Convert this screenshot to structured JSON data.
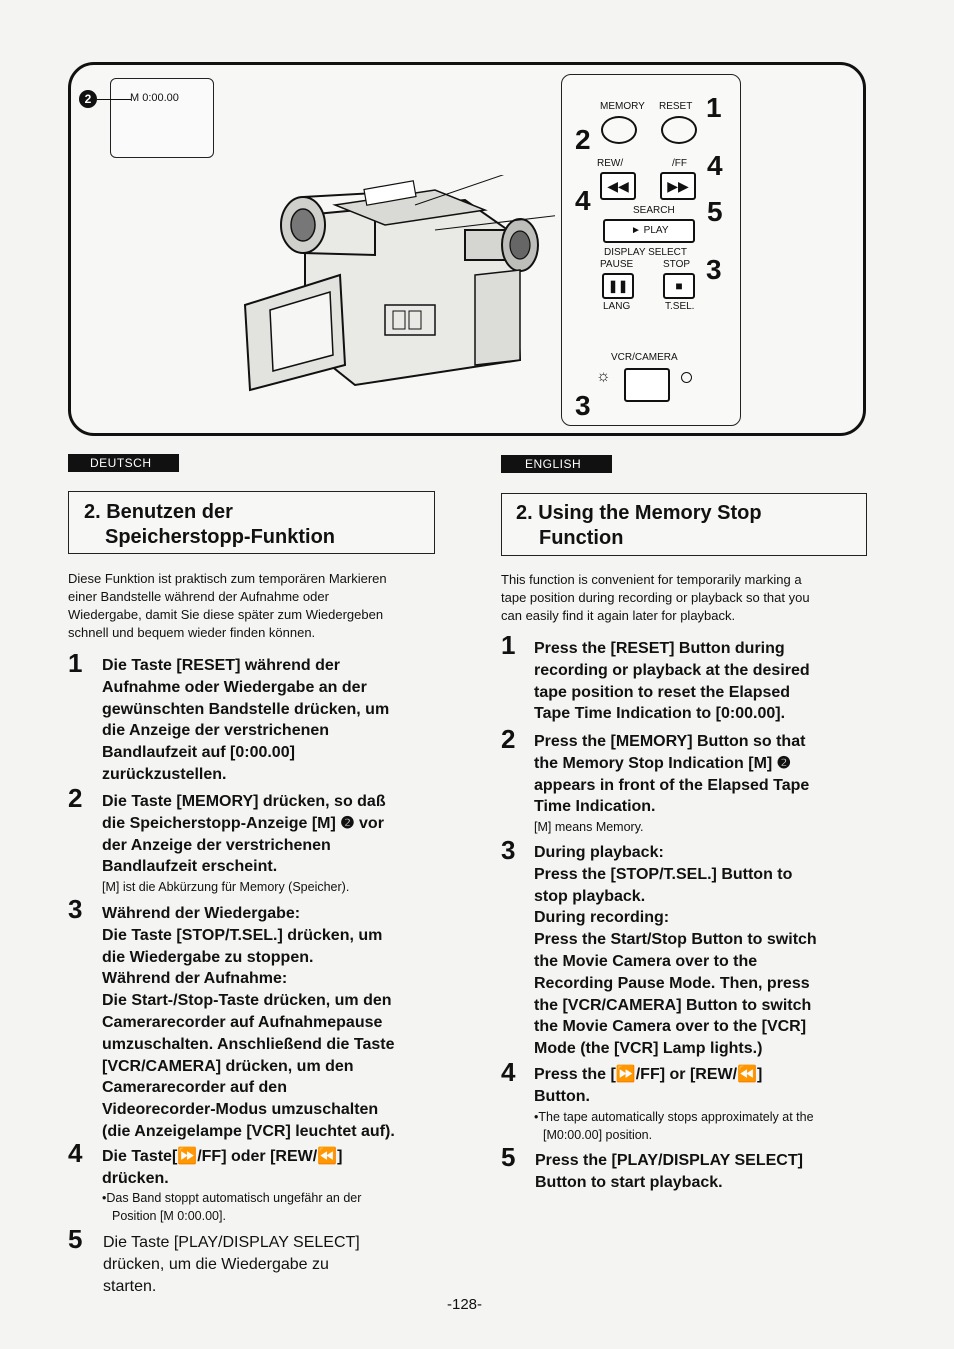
{
  "figure": {
    "lcd_callout": "2",
    "lcd_readout": "M 0:00.00",
    "panel": {
      "memory": "MEMORY",
      "reset": "RESET",
      "rew": "REW/",
      "ff": "/FF",
      "search": "SEARCH",
      "play": "► PLAY",
      "display_select": "DISPLAY SELECT",
      "pause": "PAUSE",
      "stop": "STOP",
      "lang": "LANG",
      "tsel": "T.SEL.",
      "vcr_camera": "VCR/CAMERA",
      "num_1": "1",
      "num_2": "2",
      "num_3a": "3",
      "num_3b": "3",
      "num_4a": "4",
      "num_4b": "4",
      "num_5": "5"
    }
  },
  "german": {
    "lang_label": "DEUTSCH",
    "title_line1": "2. Benutzen der",
    "title_line2": "Speicherstopp-Funktion",
    "intro": [
      "Diese Funktion ist praktisch zum temporären Markieren",
      "einer Bandstelle während der Aufnahme oder",
      "Wiedergabe, damit Sie diese später zum Wiedergeben",
      "schnell und bequem wieder finden können."
    ],
    "steps": [
      {
        "num": "1",
        "lines": [
          "Die Taste [RESET] während der",
          "Aufnahme oder Wiedergabe an der",
          "gewünschten Bandstelle drücken, um",
          "die Anzeige der verstrichenen",
          "Bandlaufzeit auf [0:00.00]",
          "zurückzustellen."
        ]
      },
      {
        "num": "2",
        "lines": [
          "Die Taste [MEMORY] drücken, so daß",
          "die Speicherstopp-Anzeige [M] ❷ vor",
          "der Anzeige der verstrichenen",
          "Bandlaufzeit erscheint."
        ],
        "note": "[M] ist die Abkürzung für Memory (Speicher)."
      },
      {
        "num": "3",
        "lines": [
          "Während der Wiedergabe:",
          "Die Taste [STOP/T.SEL.] drücken, um",
          "die Wiedergabe zu stoppen.",
          "Während der Aufnahme:",
          "Die Start-/Stop-Taste drücken, um den",
          "Camerarecorder auf Aufnahmepause",
          "umzuschalten. Anschließend die Taste",
          "[VCR/CAMERA] drücken, um den",
          "Camerarecorder auf den",
          "Videorecorder-Modus umzuschalten",
          "(die Anzeigelampe [VCR] leuchtet auf)."
        ]
      },
      {
        "num": "4",
        "lines": [
          "Die Taste[⏩/FF] oder [REW/⏪]",
          "drücken."
        ],
        "note_lines": [
          "•Das Band stoppt automatisch ungefähr an der",
          "Position [M 0:00.00]."
        ]
      },
      {
        "num": "5",
        "lines": [
          "Die Taste [PLAY/DISPLAY SELECT]",
          "drücken, um die Wiedergabe zu",
          "starten."
        ]
      }
    ]
  },
  "english": {
    "lang_label": "ENGLISH",
    "title_line1": "2. Using the Memory Stop",
    "title_line2": "Function",
    "intro": [
      "This function is convenient for temporarily marking a",
      "tape position during recording or playback so that you",
      "can easily find it again later for playback."
    ],
    "steps": [
      {
        "num": "1",
        "lines": [
          "Press the [RESET] Button during",
          "recording or playback at the desired",
          "tape position to reset the Elapsed",
          "Tape Time Indication to [0:00.00]."
        ]
      },
      {
        "num": "2",
        "lines": [
          "Press the [MEMORY] Button so that",
          "the Memory Stop Indication [M] ❷",
          "appears in front of the Elapsed Tape",
          "Time Indication."
        ],
        "note": "[M] means Memory."
      },
      {
        "num": "3",
        "lines": [
          "During playback:",
          "Press the [STOP/T.SEL.] Button to",
          "stop playback.",
          "During recording:",
          "Press the Start/Stop Button to switch",
          "the Movie Camera over to the",
          "Recording Pause Mode. Then, press",
          "the [VCR/CAMERA] Button to switch",
          "the Movie Camera over to the [VCR]",
          "Mode (the [VCR] Lamp lights.)"
        ]
      },
      {
        "num": "4",
        "lines": [
          "Press the [⏩/FF] or [REW/⏪]",
          "Button."
        ],
        "note_lines": [
          "•The tape automatically stops approximately at the",
          "[M0:00.00] position."
        ]
      },
      {
        "num": "5",
        "lines": [
          "Press the [PLAY/DISPLAY SELECT]",
          "Button to start playback."
        ]
      }
    ]
  },
  "page_number": "-128-"
}
